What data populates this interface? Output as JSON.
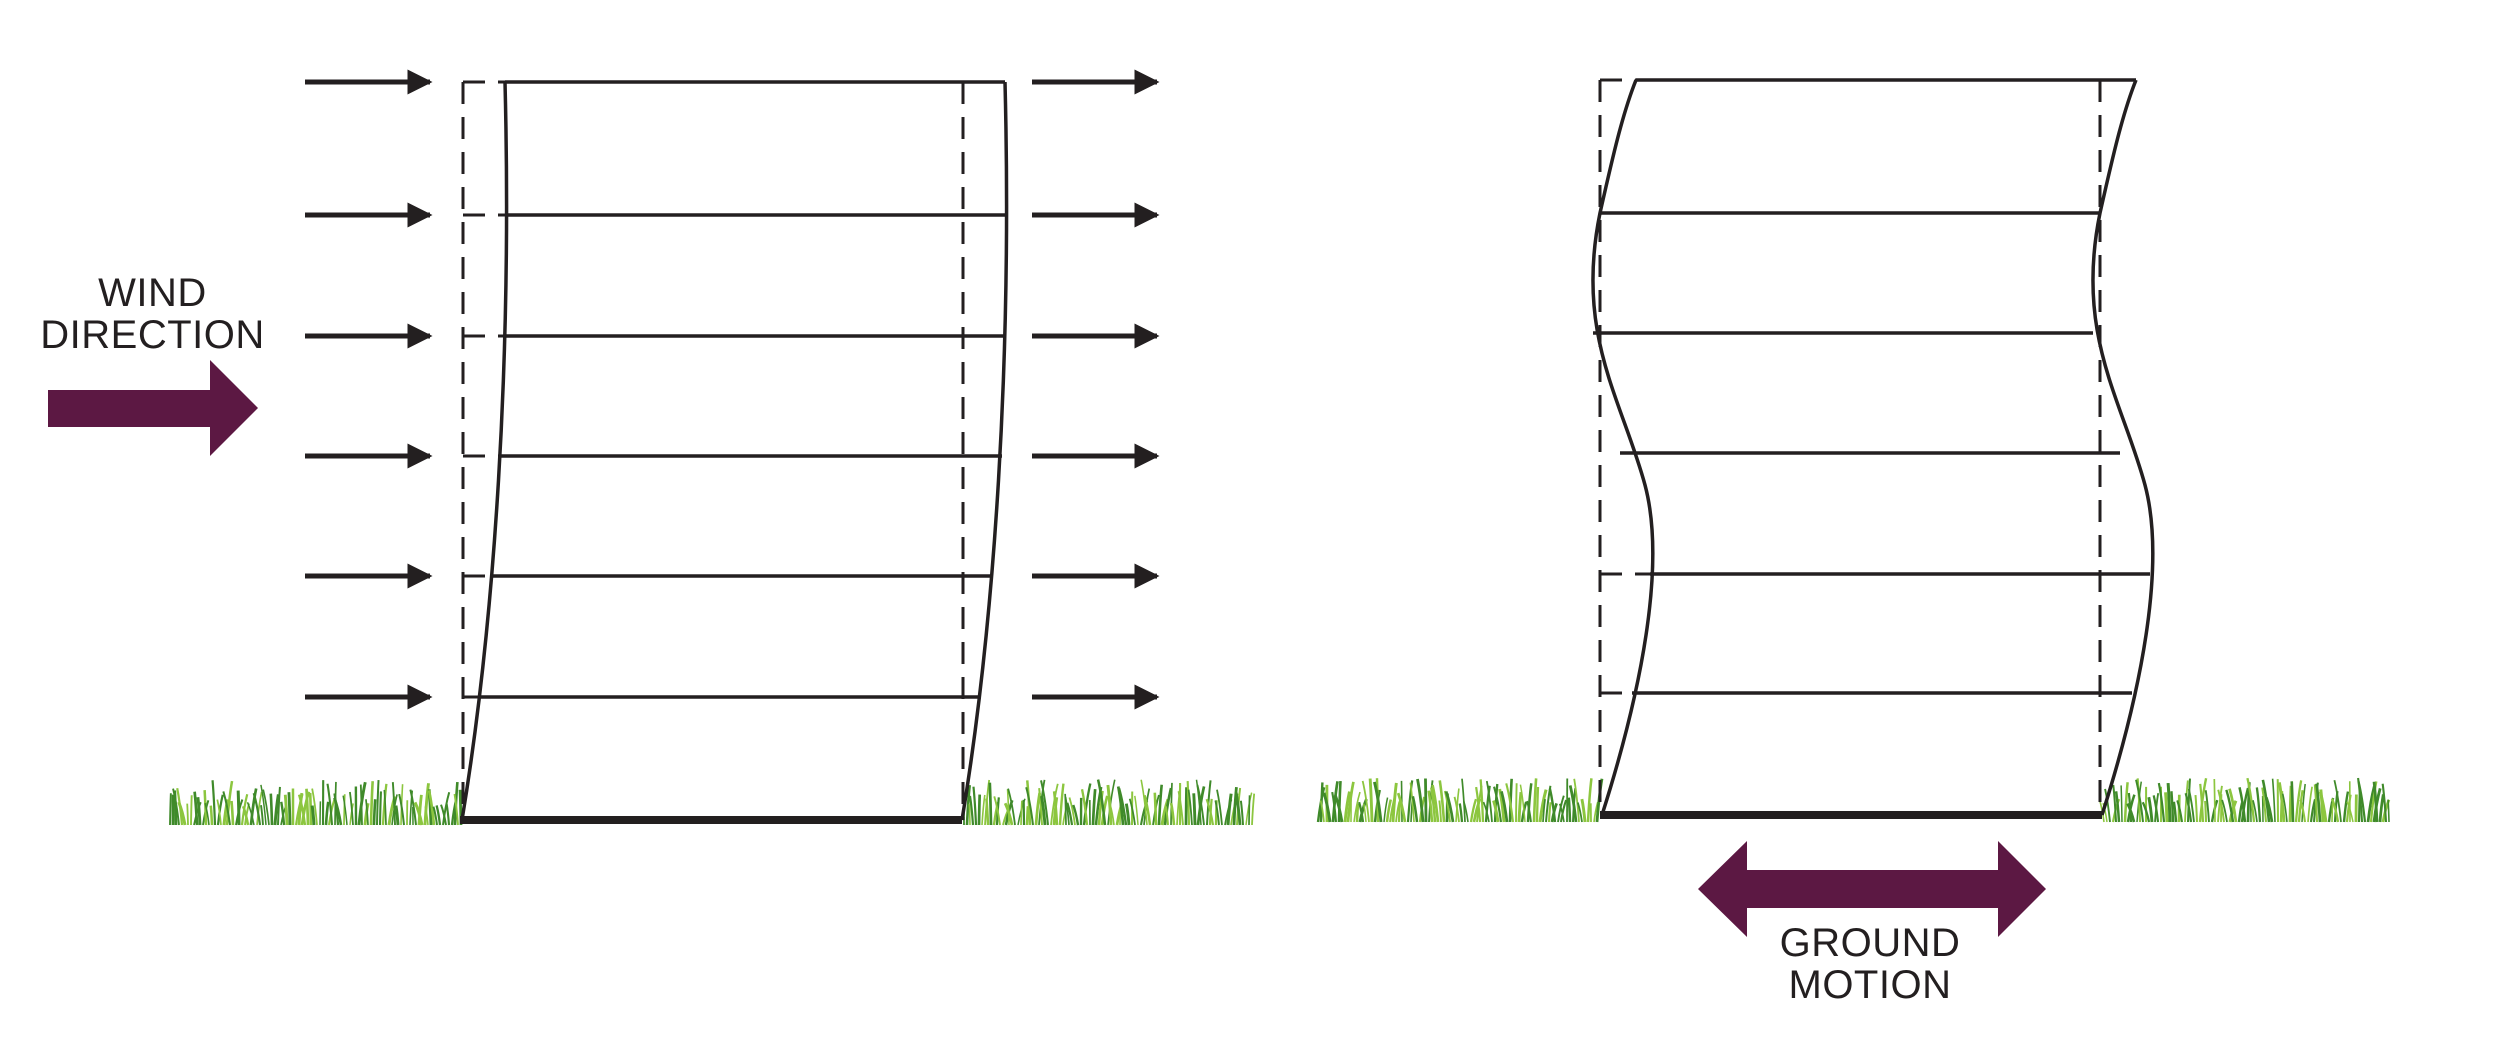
{
  "wind_label": [
    "WIND",
    "DIRECTION"
  ],
  "ground_label": [
    "GROUND",
    "MOTION"
  ],
  "colors": {
    "line": "#231f20",
    "accent_arrow": "#5c1843",
    "grass_dark": "#3f8a2a",
    "grass_light": "#8cc63f"
  },
  "icons": [
    "wind-force-arrow-icon",
    "big-wind-arrow-icon",
    "double-headed-arrow-icon",
    "grass-icon"
  ]
}
